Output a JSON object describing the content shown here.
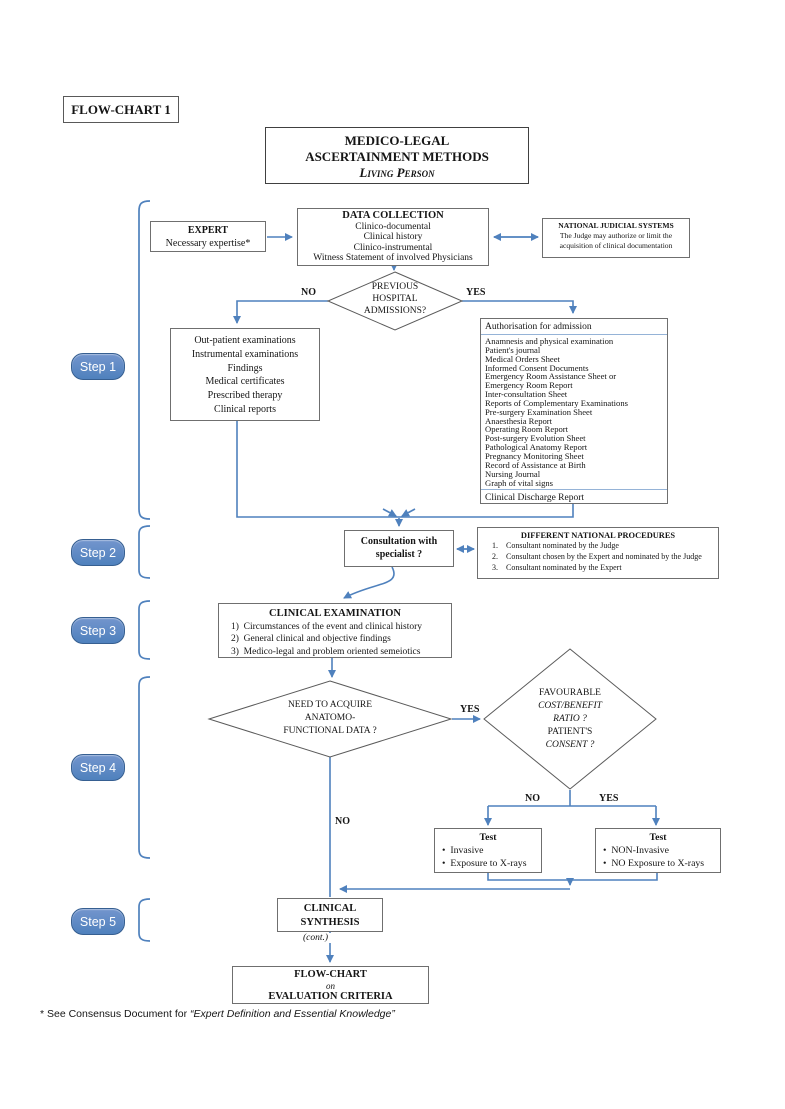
{
  "colors": {
    "accent": "#4F81BD",
    "step_fill": "#4F81BD",
    "step_border": "#365F91",
    "divider": "#95B3D7"
  },
  "header": {
    "flowchart_label": "FLOW-CHART 1",
    "title_line1": "MEDICO-LEGAL",
    "title_line2": "ASCERTAINMENT METHODS",
    "title_line3": "Living Person"
  },
  "steps": [
    "Step 1",
    "Step 2",
    "Step 3",
    "Step 4",
    "Step 5"
  ],
  "nodes": {
    "expert": {
      "title": "EXPERT",
      "subtitle": "Necessary expertise*"
    },
    "data_collection": {
      "title": "DATA COLLECTION",
      "items": [
        "Clinico-documental",
        "Clinical history",
        "Clinico-instrumental",
        "Witness Statement of involved Physicians"
      ]
    },
    "national_judicial": {
      "title": "NATIONAL JUDICIAL SYSTEMS",
      "body": "The Judge may authorize or limit the acquisition of clinical documentation"
    },
    "previous_admissions": {
      "lines": [
        "PREVIOUS",
        "HOSPITAL",
        "ADMISSIONS?"
      ],
      "no_label": "NO",
      "yes_label": "YES"
    },
    "outpatient_records": {
      "items": [
        "Out-patient examinations",
        "Instrumental examinations",
        "Findings",
        "Medical certificates",
        "Prescribed therapy",
        "Clinical reports"
      ]
    },
    "admission_records": {
      "header": "Authorisation for admission",
      "items": [
        "Anamnesis and physical examination",
        "Patient's journal",
        "Medical Orders Sheet",
        "Informed Consent Documents",
        "Emergency Room Assistance Sheet or",
        "Emergency Room Report",
        "Inter-consultation Sheet",
        "Reports of Complementary Examinations",
        "Pre-surgery Examination Sheet",
        "Anaesthesia Report",
        "Operating Room Report",
        "Post-surgery Evolution Sheet",
        "Pathological Anatomy Report",
        "Pregnancy Monitoring Sheet",
        "Record of Assistance at Birth",
        "Nursing Journal",
        "Graph of vital signs"
      ],
      "footer": "Clinical Discharge Report"
    },
    "consultation": {
      "line1": "Consultation with",
      "line2": "specialist ?"
    },
    "national_procedures": {
      "title": "DIFFERENT NATIONAL PROCEDURES",
      "items": [
        "Consultant nominated by the Judge",
        "Consultant chosen by the Expert and nominated by the Judge",
        "Consultant nominated  by the Expert"
      ]
    },
    "clinical_examination": {
      "title": "CLINICAL EXAMINATION",
      "items": [
        "Circumstances of the event  and clinical history",
        "General clinical and objective findings",
        "Medico-legal and problem oriented semeiotics"
      ]
    },
    "need_acquire": {
      "lines": [
        "NEED TO ACQUIRE",
        "ANATOMO-",
        "FUNCTIONAL DATA ?"
      ],
      "yes_label": "YES",
      "no_label": "NO"
    },
    "favourable": {
      "l1": "FAVOURABLE",
      "l2": "COST/BENEFIT",
      "l3": "RATIO ?",
      "l4": "PATIENT'S",
      "l5": "CONSENT ?",
      "no_label": "NO",
      "yes_label": "YES"
    },
    "test_invasive": {
      "title": "Test",
      "items": [
        "Invasive",
        "Exposure to X-rays"
      ]
    },
    "test_noninvasive": {
      "title": "Test",
      "items": [
        "NON-Invasive",
        "NO Exposure to X-rays"
      ]
    },
    "clinical_synthesis": {
      "line1": "CLINICAL",
      "line2": "SYNTHESIS"
    },
    "cont_label": "(cont.)",
    "evaluation": {
      "line1": "FLOW-CHART",
      "line2": "on",
      "line3": "EVALUATION CRITERIA"
    }
  },
  "footnote": {
    "prefix": "* See Consensus Document for ",
    "quoted": "“Expert Definition and Essential Knowledge”"
  }
}
